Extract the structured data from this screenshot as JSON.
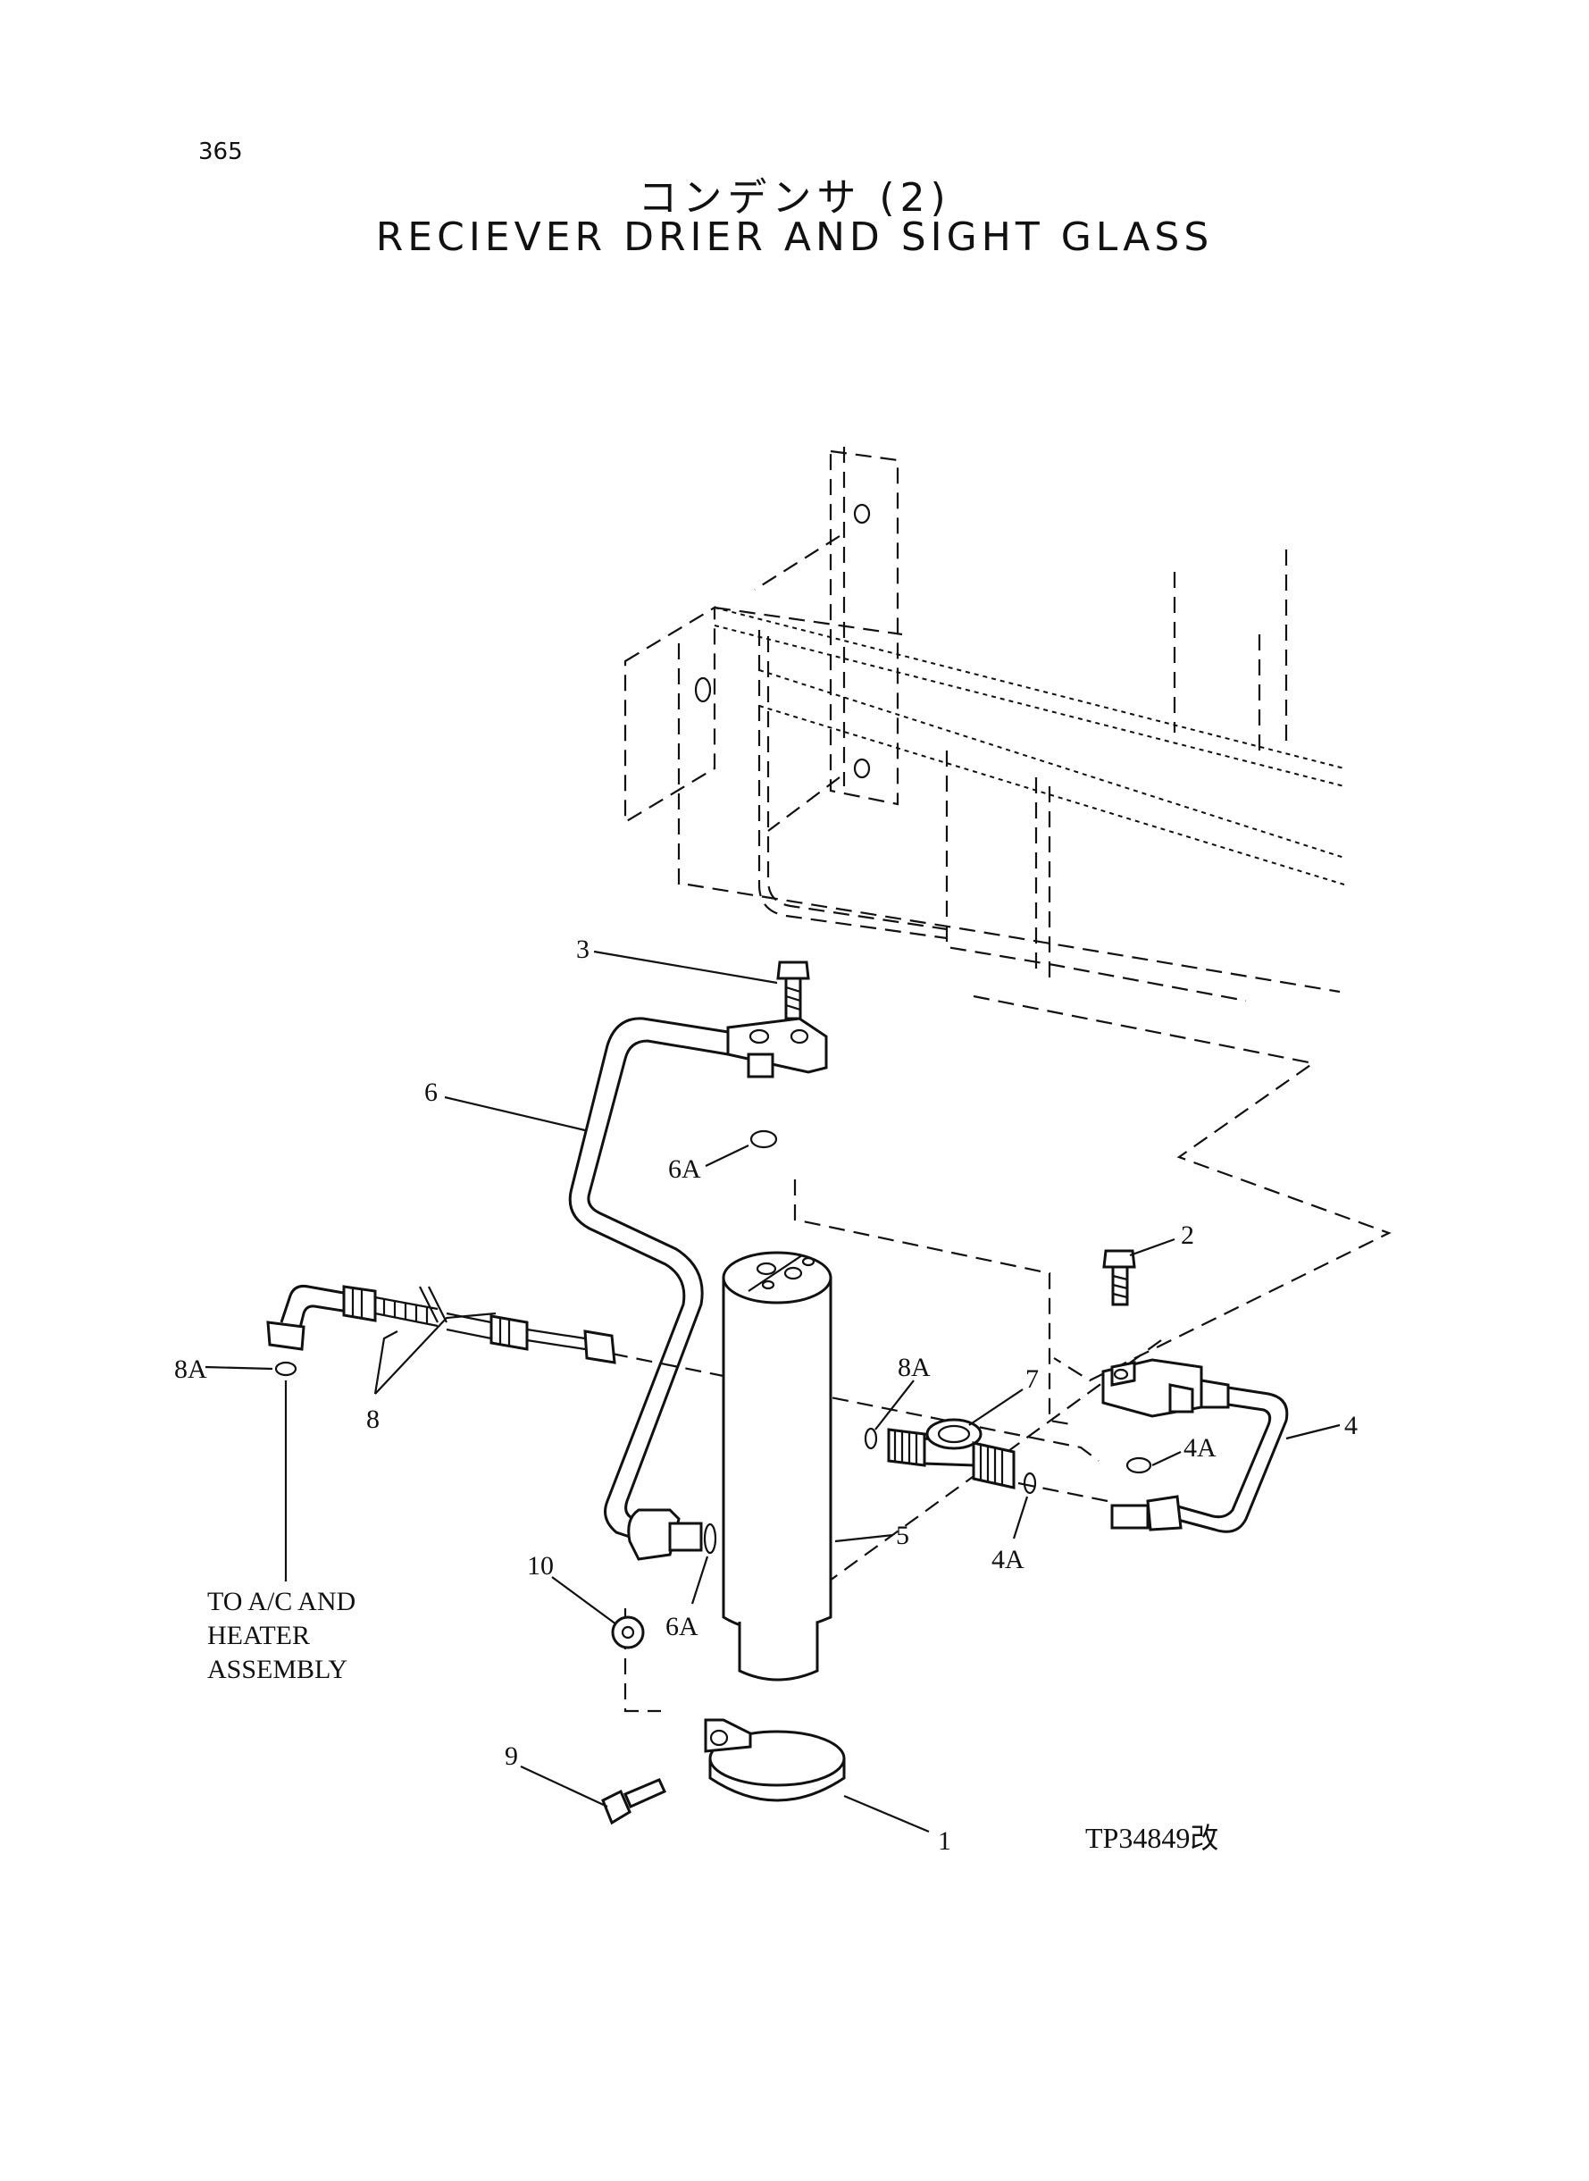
{
  "page_number": "365",
  "title_jp": "コンデンサ (2)",
  "title_en": "RECIEVER DRIER AND SIGHT GLASS",
  "callouts": {
    "c1": "1",
    "c2": "2",
    "c3": "3",
    "c4": "4",
    "c4a_top": "4A",
    "c4a_bottom": "4A",
    "c5": "5",
    "c6": "6",
    "c6a_top": "6A",
    "c6a_bottom": "6A",
    "c7": "7",
    "c8": "8",
    "c8a_left": "8A",
    "c8a_mid": "8A",
    "c9": "9",
    "c10": "10"
  },
  "note": [
    "TO A/C AND",
    "HEATER",
    "ASSEMBLY"
  ],
  "drawing_ref": "TP34849改"
}
